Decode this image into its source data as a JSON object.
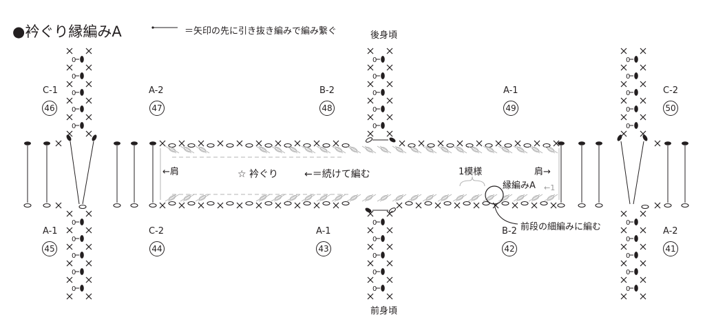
{
  "title": "●衿ぐり縁編みA",
  "legend": {
    "arrow_text": "＝矢印の先に引き抜き編みで編み繋ぐ"
  },
  "sections": {
    "back": "後身頃",
    "front": "前身頃"
  },
  "top_labels": [
    {
      "code": "C-1",
      "num": "46"
    },
    {
      "code": "A-2",
      "num": "47"
    },
    {
      "code": "B-2",
      "num": "48"
    },
    {
      "code": "A-1",
      "num": "49"
    },
    {
      "code": "C-2",
      "num": "50"
    }
  ],
  "bottom_labels": [
    {
      "code": "A-1",
      "num": "45"
    },
    {
      "code": "C-2",
      "num": "44"
    },
    {
      "code": "A-1",
      "num": "43"
    },
    {
      "code": "B-2",
      "num": "42"
    },
    {
      "code": "A-2",
      "num": "41"
    }
  ],
  "center": {
    "shoulder_left": "←肩",
    "shoulder_right": "肩→",
    "neckline": "☆ 衿ぐり",
    "continue": "←＝続けて編む",
    "one_pattern": "1模様",
    "edging": "縁編みA",
    "row_one": "←1",
    "note": "前段の細編みに編む"
  },
  "colors": {
    "ink": "#231f20",
    "gray": "#b5b5b5"
  }
}
